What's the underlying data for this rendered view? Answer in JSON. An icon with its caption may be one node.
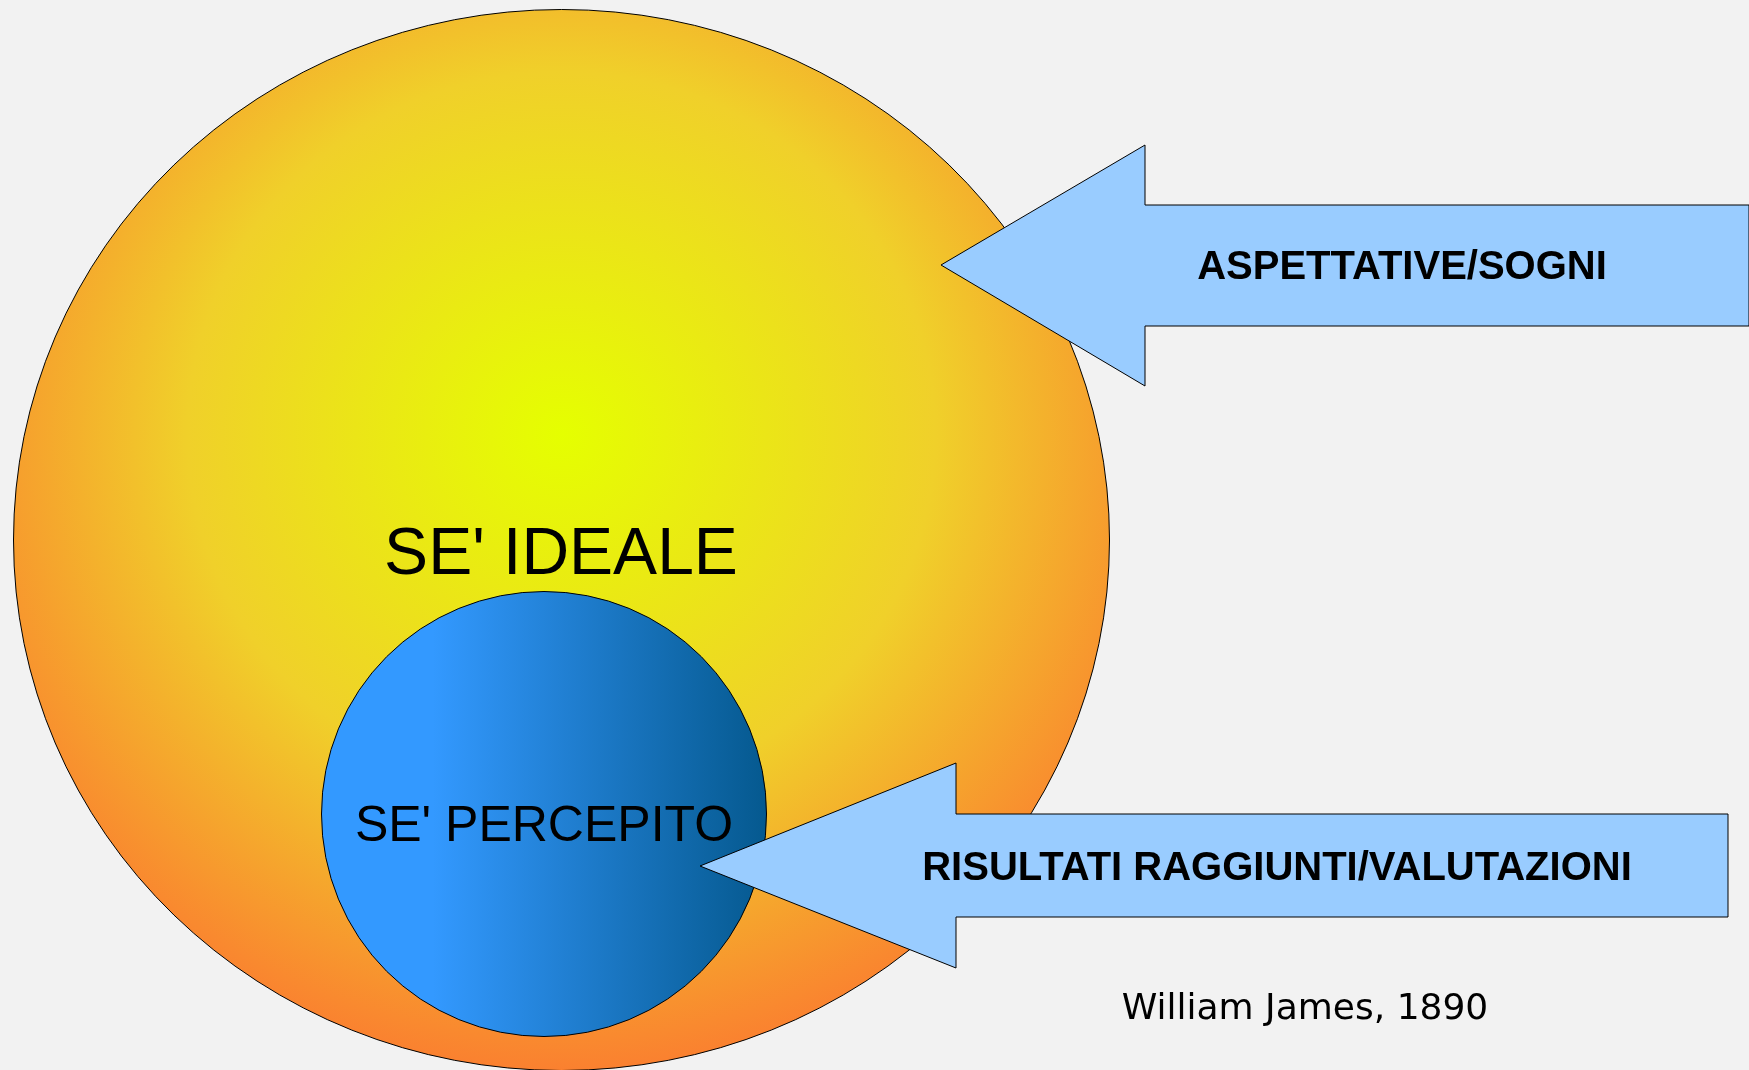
{
  "diagram": {
    "caption": "William James, 1890",
    "nodes": [
      {
        "text": [
          "SE' IDEALE"
        ]
      },
      {
        "text": [
          "SE' PERCEPITO"
        ],
        "in": 0
      }
    ],
    "edges": [
      {
        "from": null,
        "to": 0,
        "arrow": "to",
        "label": "ASPETTATIVE/SOGNI"
      },
      {
        "from": null,
        "to": 1,
        "arrow": "to",
        "label": "RISULTATI RAGGIUNTI/VALUTAZIONI"
      }
    ]
  }
}
